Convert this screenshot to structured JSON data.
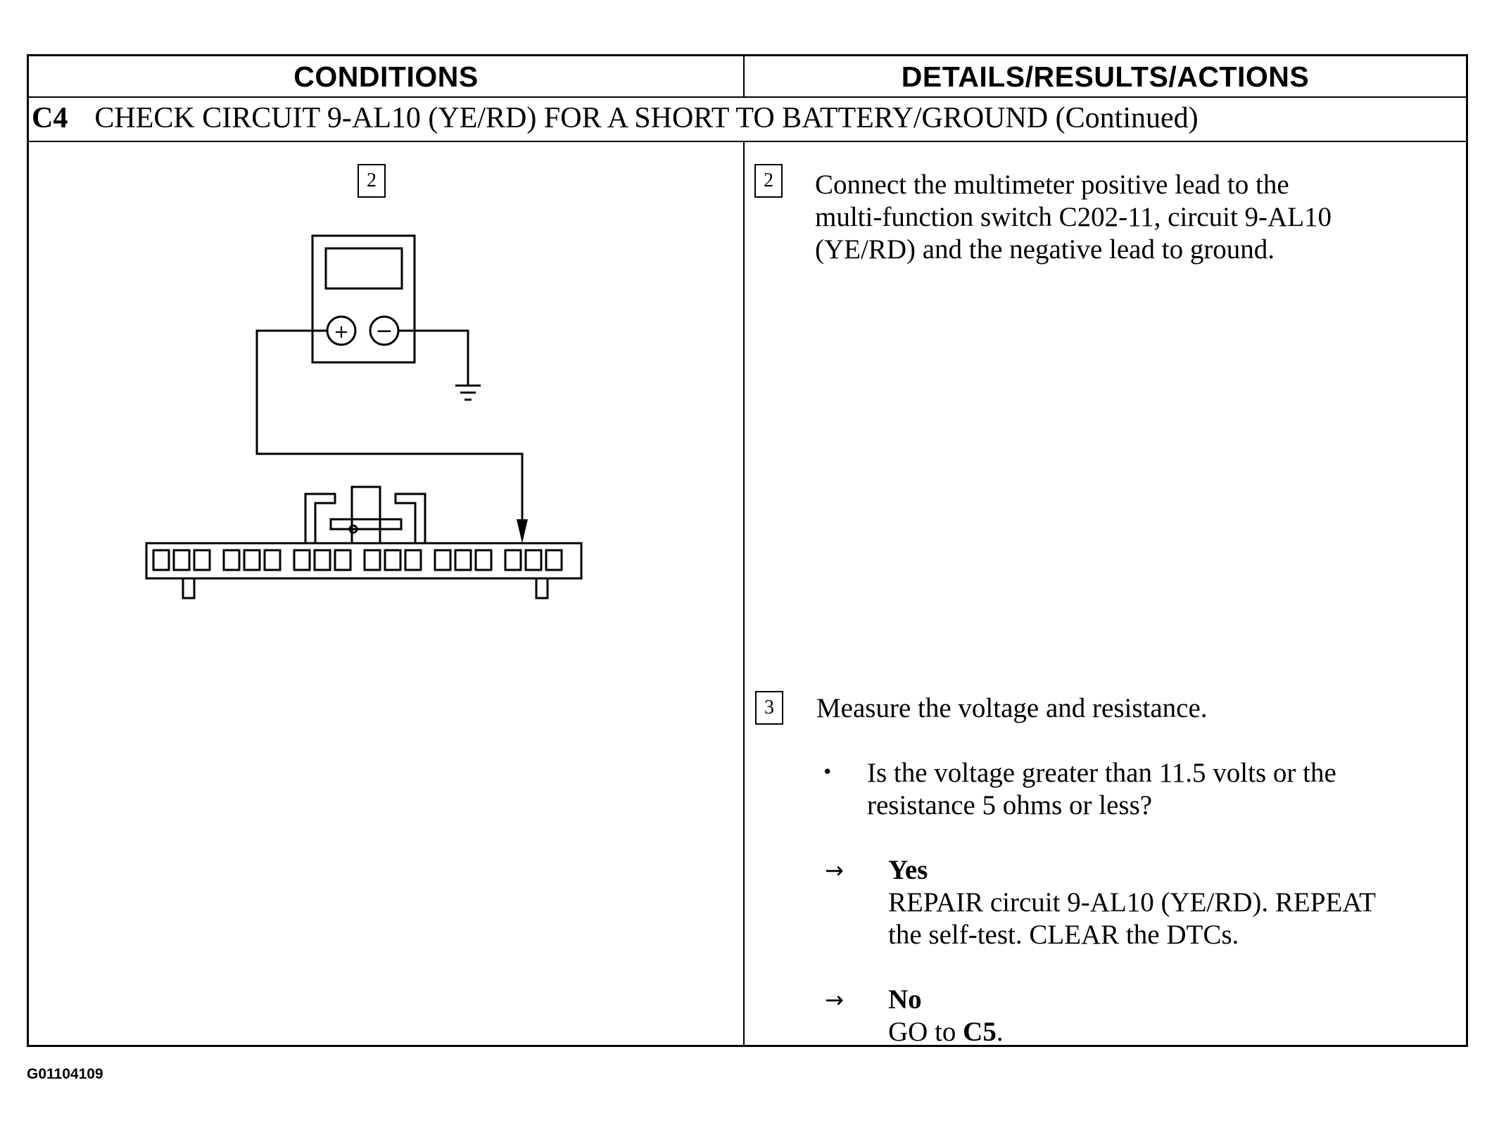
{
  "table": {
    "headers": {
      "conditions": "CONDITIONS",
      "details": "DETAILS/RESULTS/ACTIONS"
    },
    "section": {
      "code": "C4",
      "title": "CHECK CIRCUIT 9-AL10 (YE/RD) FOR A SHORT TO BATTERY/GROUND (Continued)"
    },
    "diagram_step": "2",
    "steps": [
      {
        "number": "2",
        "lines": [
          "Connect the multimeter positive lead to the",
          "multi-function switch C202-11, circuit 9-AL10",
          "(YE/RD) and the negative lead to ground."
        ]
      },
      {
        "number": "3",
        "text": "Measure the voltage and resistance.",
        "question_lines": [
          "Is the voltage greater than 11.5 volts or the",
          "resistance 5 ohms or less?"
        ],
        "outcomes": [
          {
            "arrow": "→",
            "label": "Yes",
            "lines": [
              "REPAIR circuit 9-AL10 (YE/RD). REPEAT",
              "the self-test. CLEAR the DTCs."
            ]
          },
          {
            "arrow": "→",
            "label": "No",
            "prefix": "GO to ",
            "target": "C5",
            "suffix": "."
          }
        ]
      }
    ]
  },
  "diagram": {
    "meter_plus": "+",
    "meter_minus": "−"
  },
  "figure_id": "G01104109"
}
